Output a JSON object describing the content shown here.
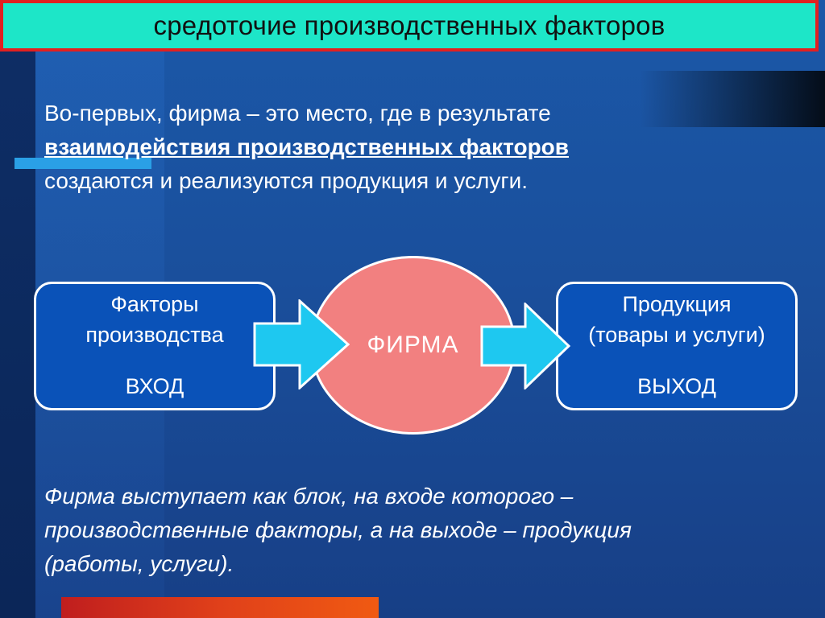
{
  "title": "средоточие производственных факторов",
  "intro": {
    "line1": "Во-первых, фирма – это место, где в результате",
    "line2_emph": "взаимодействия производственных факторов",
    "line3": "создаются и реализуются продукция и услуги."
  },
  "diagram": {
    "input_box": {
      "line1": "Факторы",
      "line2": "производства",
      "io": "ВХОД"
    },
    "firm": "ФИРМА",
    "output_box": {
      "line1": "Продукция",
      "line2": "(товары и услуги)",
      "io": "ВЫХОД"
    }
  },
  "outro": {
    "line1": "Фирма выступает как блок, на входе которого –",
    "line2": "производственные факторы, а на выходе – продукция",
    "line3": "(работы, услуги)."
  },
  "colors": {
    "title_bg": "#1de6c8",
    "title_border": "#e22020",
    "box_fill": "#0a52b8",
    "firm_fill": "#f28080",
    "arrow_fill": "#1ec8f0"
  }
}
